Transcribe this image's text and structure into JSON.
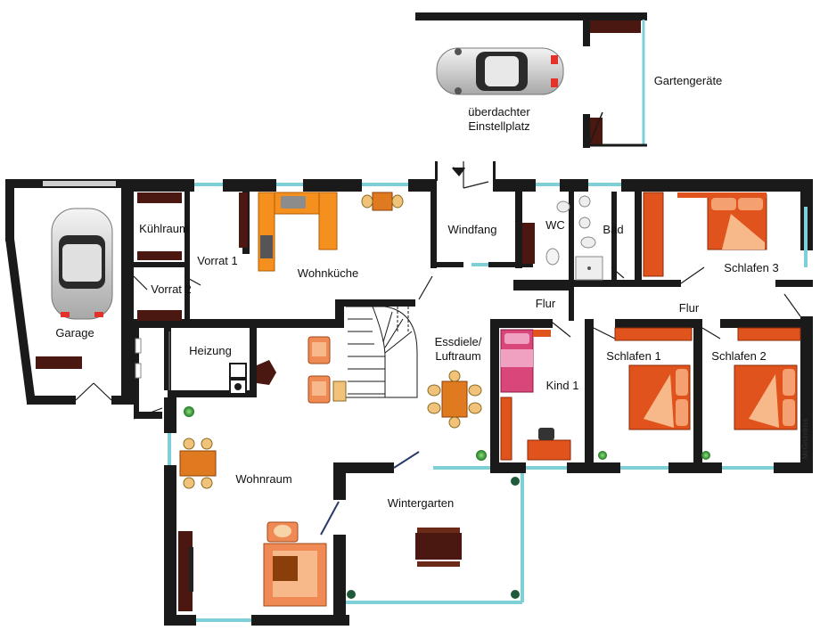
{
  "rooms": {
    "carport_1": "überdachter",
    "carport_2": "Einstellplatz",
    "garden": "Gartengeräte",
    "garage": "Garage",
    "cold": "Kühlraum",
    "pantry1": "Vorrat 1",
    "pantry2": "Vorrat 2",
    "kitchen": "Wohnküche",
    "vestibule": "Windfang",
    "wc": "WC",
    "bath": "Bad",
    "bed3": "Schlafen 3",
    "hall1": "Flur",
    "hall2": "Flur",
    "heating": "Heizung",
    "dining_1": "Essdiele/",
    "dining_2": "Luftraum",
    "child": "Kind 1",
    "bed1": "Schlafen 1",
    "bed2": "Schlafen 2",
    "living": "Wohnraum",
    "wintergarden": "Wintergarten"
  },
  "watermark": "McGrundriss",
  "colors": {
    "wall": "#1a1a1a",
    "window": "#7fd0d6",
    "wood_dark": "#4a1810",
    "bed_orange": "#e0531c",
    "pillow": "#f4a070",
    "kitchen_orange": "#f5901e",
    "chair": "#f0c27a",
    "plant": "#3aa33a",
    "pink": "#d9467a"
  }
}
